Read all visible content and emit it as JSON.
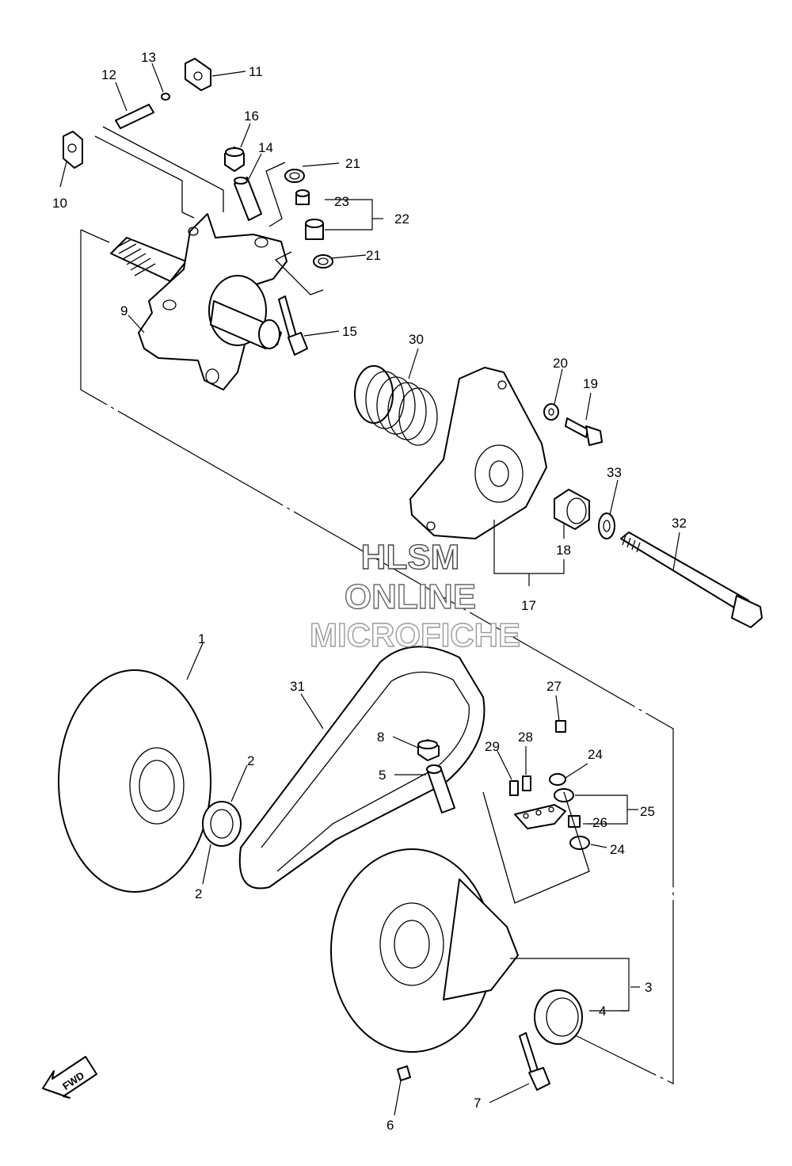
{
  "watermark": {
    "line1": "HLSM",
    "line2": "ONLINE",
    "line3": "MICROFICHE"
  },
  "direction_badge": "FWD",
  "callouts": [
    "1",
    "2",
    "2",
    "3",
    "4",
    "5",
    "6",
    "7",
    "8",
    "9",
    "10",
    "11",
    "12",
    "13",
    "14",
    "15",
    "16",
    "17",
    "18",
    "19",
    "20",
    "21",
    "21",
    "22",
    "23",
    "24",
    "24",
    "25",
    "26",
    "27",
    "28",
    "29",
    "30",
    "31",
    "32",
    "33"
  ],
  "colors": {
    "line": "#000000",
    "background": "#ffffff",
    "watermark_stroke": "#777777"
  }
}
